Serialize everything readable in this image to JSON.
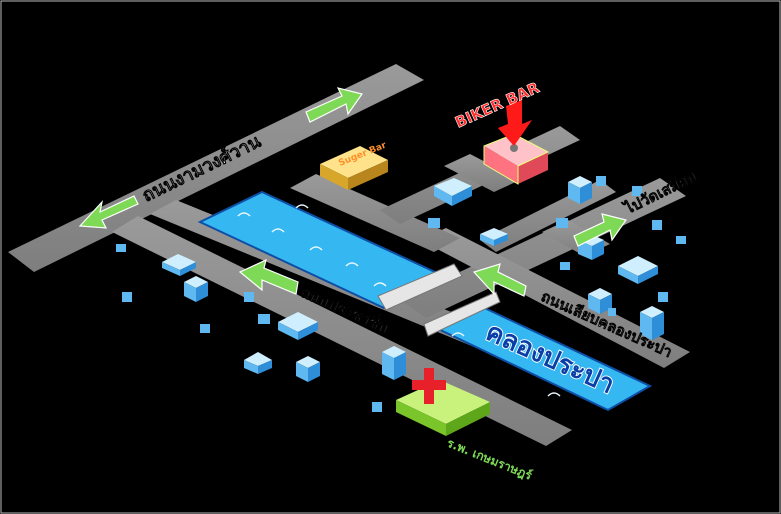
{
  "map": {
    "roads": {
      "upper": "ถนนงามวงศ์วาน",
      "middle": "ถนนประชาชื่น",
      "lower": "ถนนเลียบคลองประปา",
      "to_temple": "ไปวัดเสมียน"
    },
    "canal_label": "คลองประปา",
    "places": {
      "biker_bar": "BIKER BAR",
      "suger_bar": "Suger  Bar",
      "hospital": "ร.พ. เกษมราษฎร์"
    },
    "colors": {
      "background": "#000000",
      "road": "#8c8c8c",
      "canal": "#35b7f2",
      "arrow": "#7ed957",
      "biker_bar": "#ff8a94",
      "suger_bar": "#f2c84b",
      "hospital": "#a3e649",
      "cross": "#e8202a",
      "blocks": "#9ad9ff"
    }
  }
}
